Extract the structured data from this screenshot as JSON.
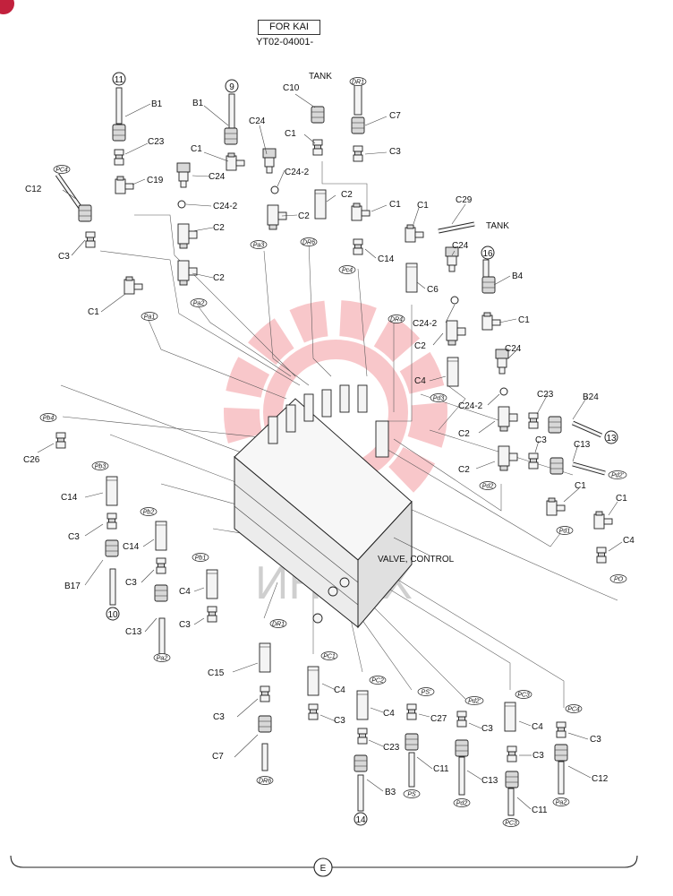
{
  "header": {
    "model_box": "FOR KAI",
    "serial": "YT02-04001-"
  },
  "footer": {
    "page_letter": "E"
  },
  "watermark": {
    "text": "ИНТЕХ",
    "color": "#e83b45"
  },
  "colors": {
    "badge": "#c2213d",
    "watermark": "#e83b45",
    "ink": "#111111"
  },
  "main_label": "VALVE, CONTROL",
  "callouts": [
    {
      "id": "c1",
      "text": "11"
    },
    {
      "id": "c2",
      "text": "9"
    },
    {
      "id": "c3",
      "text": "16"
    },
    {
      "id": "c4",
      "text": "13"
    },
    {
      "id": "c5",
      "text": "10"
    },
    {
      "id": "c6",
      "text": "14"
    }
  ],
  "tags": [
    {
      "id": "t1",
      "text": "DR1"
    },
    {
      "id": "t2",
      "text": "PC4"
    },
    {
      "id": "t3",
      "text": "Pa3"
    },
    {
      "id": "t4",
      "text": "DR6"
    },
    {
      "id": "t5",
      "text": "Pa1"
    },
    {
      "id": "t6",
      "text": "Pa2"
    },
    {
      "id": "t7",
      "text": "Pc4"
    },
    {
      "id": "t8",
      "text": "DR4"
    },
    {
      "id": "t9",
      "text": "Pd3"
    },
    {
      "id": "t10",
      "text": "Pb4"
    },
    {
      "id": "t11",
      "text": "Pb3"
    },
    {
      "id": "t12",
      "text": "Pb2"
    },
    {
      "id": "t13",
      "text": "Pb1"
    },
    {
      "id": "t14",
      "text": "Pd2"
    },
    {
      "id": "t15",
      "text": "Pd2'"
    },
    {
      "id": "t16",
      "text": "Pd1"
    },
    {
      "id": "t17",
      "text": "PO"
    },
    {
      "id": "t18",
      "text": "Pa2"
    },
    {
      "id": "t19",
      "text": "DR1"
    },
    {
      "id": "t20",
      "text": "PC1"
    },
    {
      "id": "t21",
      "text": "PC2"
    },
    {
      "id": "t22",
      "text": "PS'"
    },
    {
      "id": "t23",
      "text": "Pd2'"
    },
    {
      "id": "t24",
      "text": "PC3"
    },
    {
      "id": "t25",
      "text": "PC4"
    },
    {
      "id": "t26",
      "text": "DR6"
    },
    {
      "id": "t27",
      "text": "PS"
    },
    {
      "id": "t28",
      "text": "Pd2"
    },
    {
      "id": "t29",
      "text": "PC3"
    },
    {
      "id": "t30",
      "text": "Pa2"
    }
  ],
  "labels": [
    {
      "id": "l1",
      "text": "TANK"
    },
    {
      "id": "l2",
      "text": "C10"
    },
    {
      "id": "l3",
      "text": "C1"
    },
    {
      "id": "l4",
      "text": "C7"
    },
    {
      "id": "l5",
      "text": "C3"
    },
    {
      "id": "l6",
      "text": "B1"
    },
    {
      "id": "l7",
      "text": "B1"
    },
    {
      "id": "l8",
      "text": "C24"
    },
    {
      "id": "l9",
      "text": "C23"
    },
    {
      "id": "l10",
      "text": "C1"
    },
    {
      "id": "l11",
      "text": "C24-2"
    },
    {
      "id": "l12",
      "text": "C19"
    },
    {
      "id": "l13",
      "text": "C24"
    },
    {
      "id": "l14",
      "text": "C12"
    },
    {
      "id": "l15",
      "text": "C24-2"
    },
    {
      "id": "l16",
      "text": "C2"
    },
    {
      "id": "l17",
      "text": "C2"
    },
    {
      "id": "l18",
      "text": "C2"
    },
    {
      "id": "l19",
      "text": "C2"
    },
    {
      "id": "l20",
      "text": "C3"
    },
    {
      "id": "l21",
      "text": "C1"
    },
    {
      "id": "l22",
      "text": "C1"
    },
    {
      "id": "l23",
      "text": "C1"
    },
    {
      "id": "l24",
      "text": "C29"
    },
    {
      "id": "l25",
      "text": "TANK"
    },
    {
      "id": "l26",
      "text": "C14"
    },
    {
      "id": "l27",
      "text": "C24"
    },
    {
      "id": "l28",
      "text": "C6"
    },
    {
      "id": "l29",
      "text": "B4"
    },
    {
      "id": "l30",
      "text": "C24-2"
    },
    {
      "id": "l31",
      "text": "C1"
    },
    {
      "id": "l32",
      "text": "C2"
    },
    {
      "id": "l33",
      "text": "C24"
    },
    {
      "id": "l34",
      "text": "C4"
    },
    {
      "id": "l35",
      "text": "C24-2"
    },
    {
      "id": "l36",
      "text": "C23"
    },
    {
      "id": "l37",
      "text": "B24"
    },
    {
      "id": "l38",
      "text": "C2"
    },
    {
      "id": "l39",
      "text": "C3"
    },
    {
      "id": "l40",
      "text": "C13"
    },
    {
      "id": "l41",
      "text": "C2"
    },
    {
      "id": "l42",
      "text": "C26"
    },
    {
      "id": "l43",
      "text": "C14"
    },
    {
      "id": "l44",
      "text": "C3"
    },
    {
      "id": "l45",
      "text": "C14"
    },
    {
      "id": "l46",
      "text": "C3"
    },
    {
      "id": "l47",
      "text": "B17"
    },
    {
      "id": "l48",
      "text": "C4"
    },
    {
      "id": "l49",
      "text": "C3"
    },
    {
      "id": "l50",
      "text": "C13"
    },
    {
      "id": "l51",
      "text": "C1"
    },
    {
      "id": "l52",
      "text": "C1"
    },
    {
      "id": "l53",
      "text": "C4"
    },
    {
      "id": "l54",
      "text": "C15"
    },
    {
      "id": "l55",
      "text": "C3"
    },
    {
      "id": "l56",
      "text": "C7"
    },
    {
      "id": "l57",
      "text": "C4"
    },
    {
      "id": "l58",
      "text": "C3"
    },
    {
      "id": "l59",
      "text": "C4"
    },
    {
      "id": "l60",
      "text": "C23"
    },
    {
      "id": "l61",
      "text": "B3"
    },
    {
      "id": "l62",
      "text": "C27"
    },
    {
      "id": "l63",
      "text": "C11"
    },
    {
      "id": "l64",
      "text": "C3"
    },
    {
      "id": "l65",
      "text": "C13"
    },
    {
      "id": "l66",
      "text": "C4"
    },
    {
      "id": "l67",
      "text": "C3"
    },
    {
      "id": "l68",
      "text": "C11"
    },
    {
      "id": "l69",
      "text": "C3"
    },
    {
      "id": "l70",
      "text": "C12"
    }
  ]
}
